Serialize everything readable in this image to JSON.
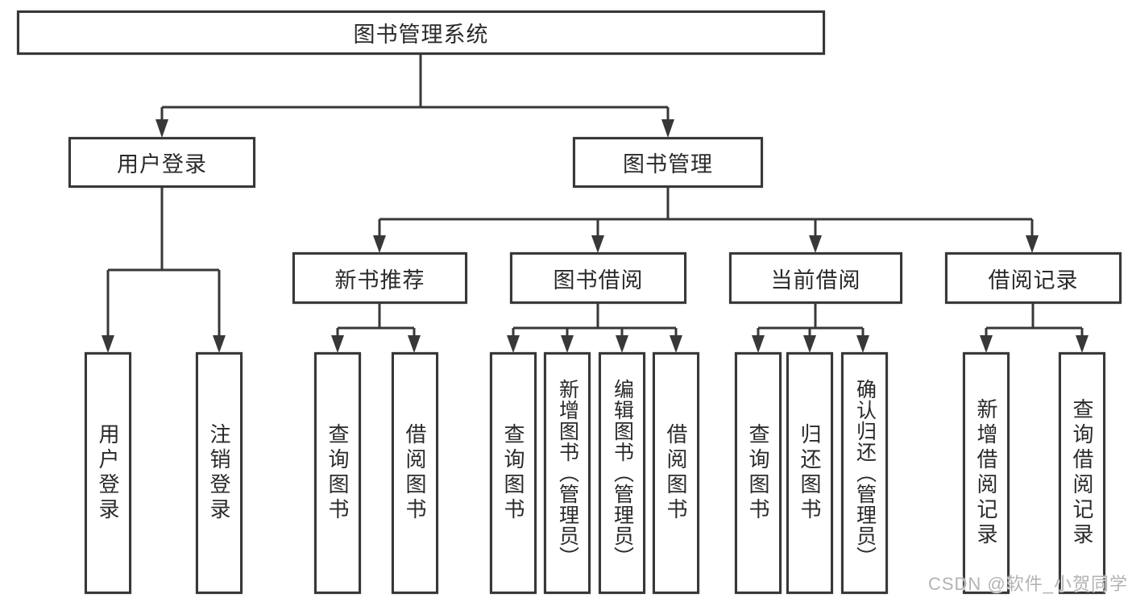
{
  "tree": {
    "root": {
      "label": "图书管理系统"
    },
    "level2": [
      {
        "label": "用户登录"
      },
      {
        "label": "图书管理"
      }
    ],
    "level3": [
      {
        "label": "新书推荐",
        "parent": "图书管理"
      },
      {
        "label": "图书借阅",
        "parent": "图书管理"
      },
      {
        "label": "当前借阅",
        "parent": "图书管理"
      },
      {
        "label": "借阅记录",
        "parent": "图书管理"
      }
    ],
    "leaves": [
      {
        "label": "用户登录",
        "parent": "用户登录"
      },
      {
        "label": "注销登录",
        "parent": "用户登录"
      },
      {
        "label": "查询图书",
        "parent": "新书推荐"
      },
      {
        "label": "借阅图书",
        "parent": "新书推荐"
      },
      {
        "label": "查询图书",
        "parent": "图书借阅"
      },
      {
        "label": "新增图书（管理员）",
        "parent": "图书借阅"
      },
      {
        "label": "编辑图书（管理员）",
        "parent": "图书借阅"
      },
      {
        "label": "借阅图书",
        "parent": "图书借阅"
      },
      {
        "label": "查询图书",
        "parent": "当前借阅"
      },
      {
        "label": "归还图书",
        "parent": "当前借阅"
      },
      {
        "label": "确认归还（管理员）",
        "parent": "当前借阅"
      },
      {
        "label": "新增借阅记录",
        "parent": "借阅记录"
      },
      {
        "label": "查询借阅记录",
        "parent": "借阅记录"
      }
    ]
  },
  "watermark": "CSDN @软件_小贺同学",
  "colors": {
    "line": "#383838",
    "text": "#2a2a2a",
    "background": "#ffffff",
    "watermark": "#b3b3b3"
  }
}
